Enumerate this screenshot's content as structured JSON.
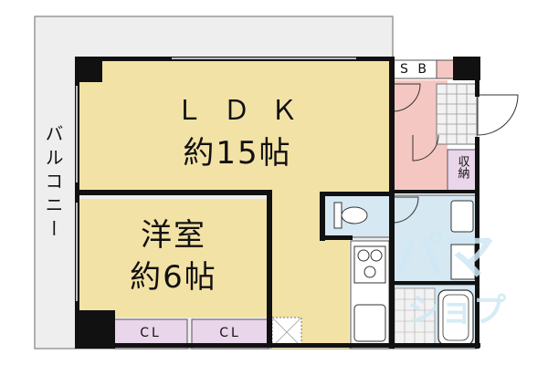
{
  "rooms": {
    "ldk": {
      "name": "ＬＤＫ",
      "size": "約15帖"
    },
    "western": {
      "name": "洋室",
      "size": "約6帖"
    },
    "balcony": {
      "name": "バルコニー"
    },
    "sb": {
      "name": "S B"
    },
    "storage": {
      "name": "収納"
    },
    "closets": [
      {
        "name": "CL"
      },
      {
        "name": "CL"
      }
    ]
  },
  "colors": {
    "wall": "#111111",
    "living": "#f3e2a6",
    "wet": "#f5c7c2",
    "bath": "#d6e8f2",
    "closet": "#e9d6ea",
    "balcony": "#eeeeee",
    "watermark": "#cfe8f5"
  }
}
